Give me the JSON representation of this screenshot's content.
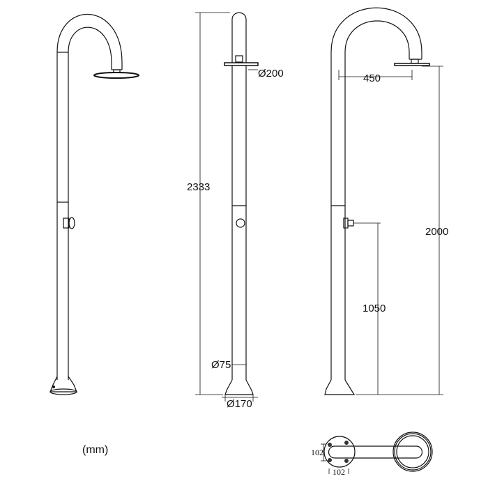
{
  "units_label": "(mm)",
  "dimensions": {
    "head_diameter": "Ø200",
    "total_height": "2333",
    "reach": "450",
    "head_height": "2000",
    "valve_height": "1050",
    "pipe_diameter": "Ø75",
    "base_diameter": "Ø170",
    "base_plate_height": "102",
    "base_plate_width": "102"
  },
  "line_color": "#111111"
}
